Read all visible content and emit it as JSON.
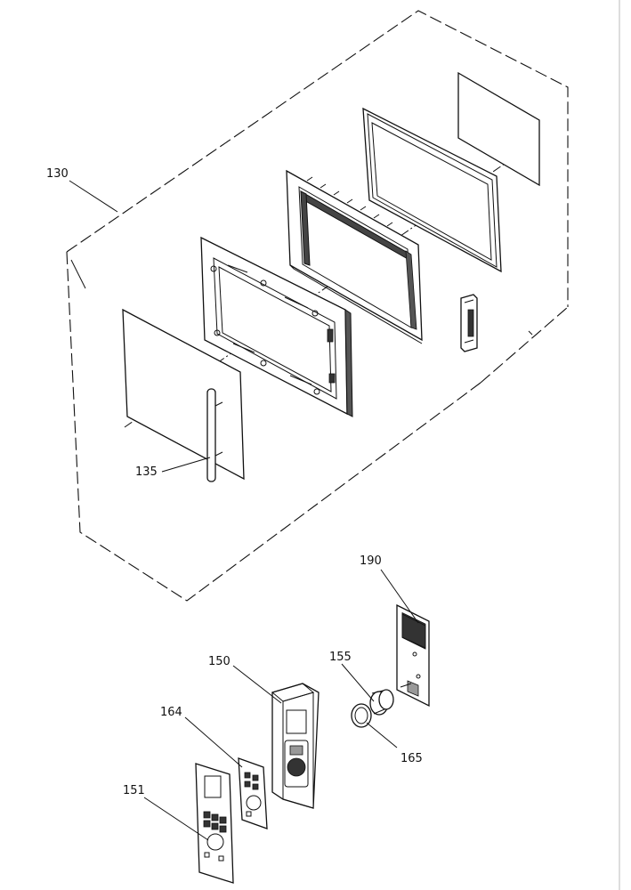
{
  "labels": {
    "door_assembly": "130",
    "handle": "135",
    "control_housing": "150",
    "panel_film": "151",
    "knob": "155",
    "membrane_switch": "164",
    "knob_ring": "165",
    "control_pcb": "190"
  },
  "colors": {
    "line": "#111111",
    "background": "#ffffff"
  }
}
